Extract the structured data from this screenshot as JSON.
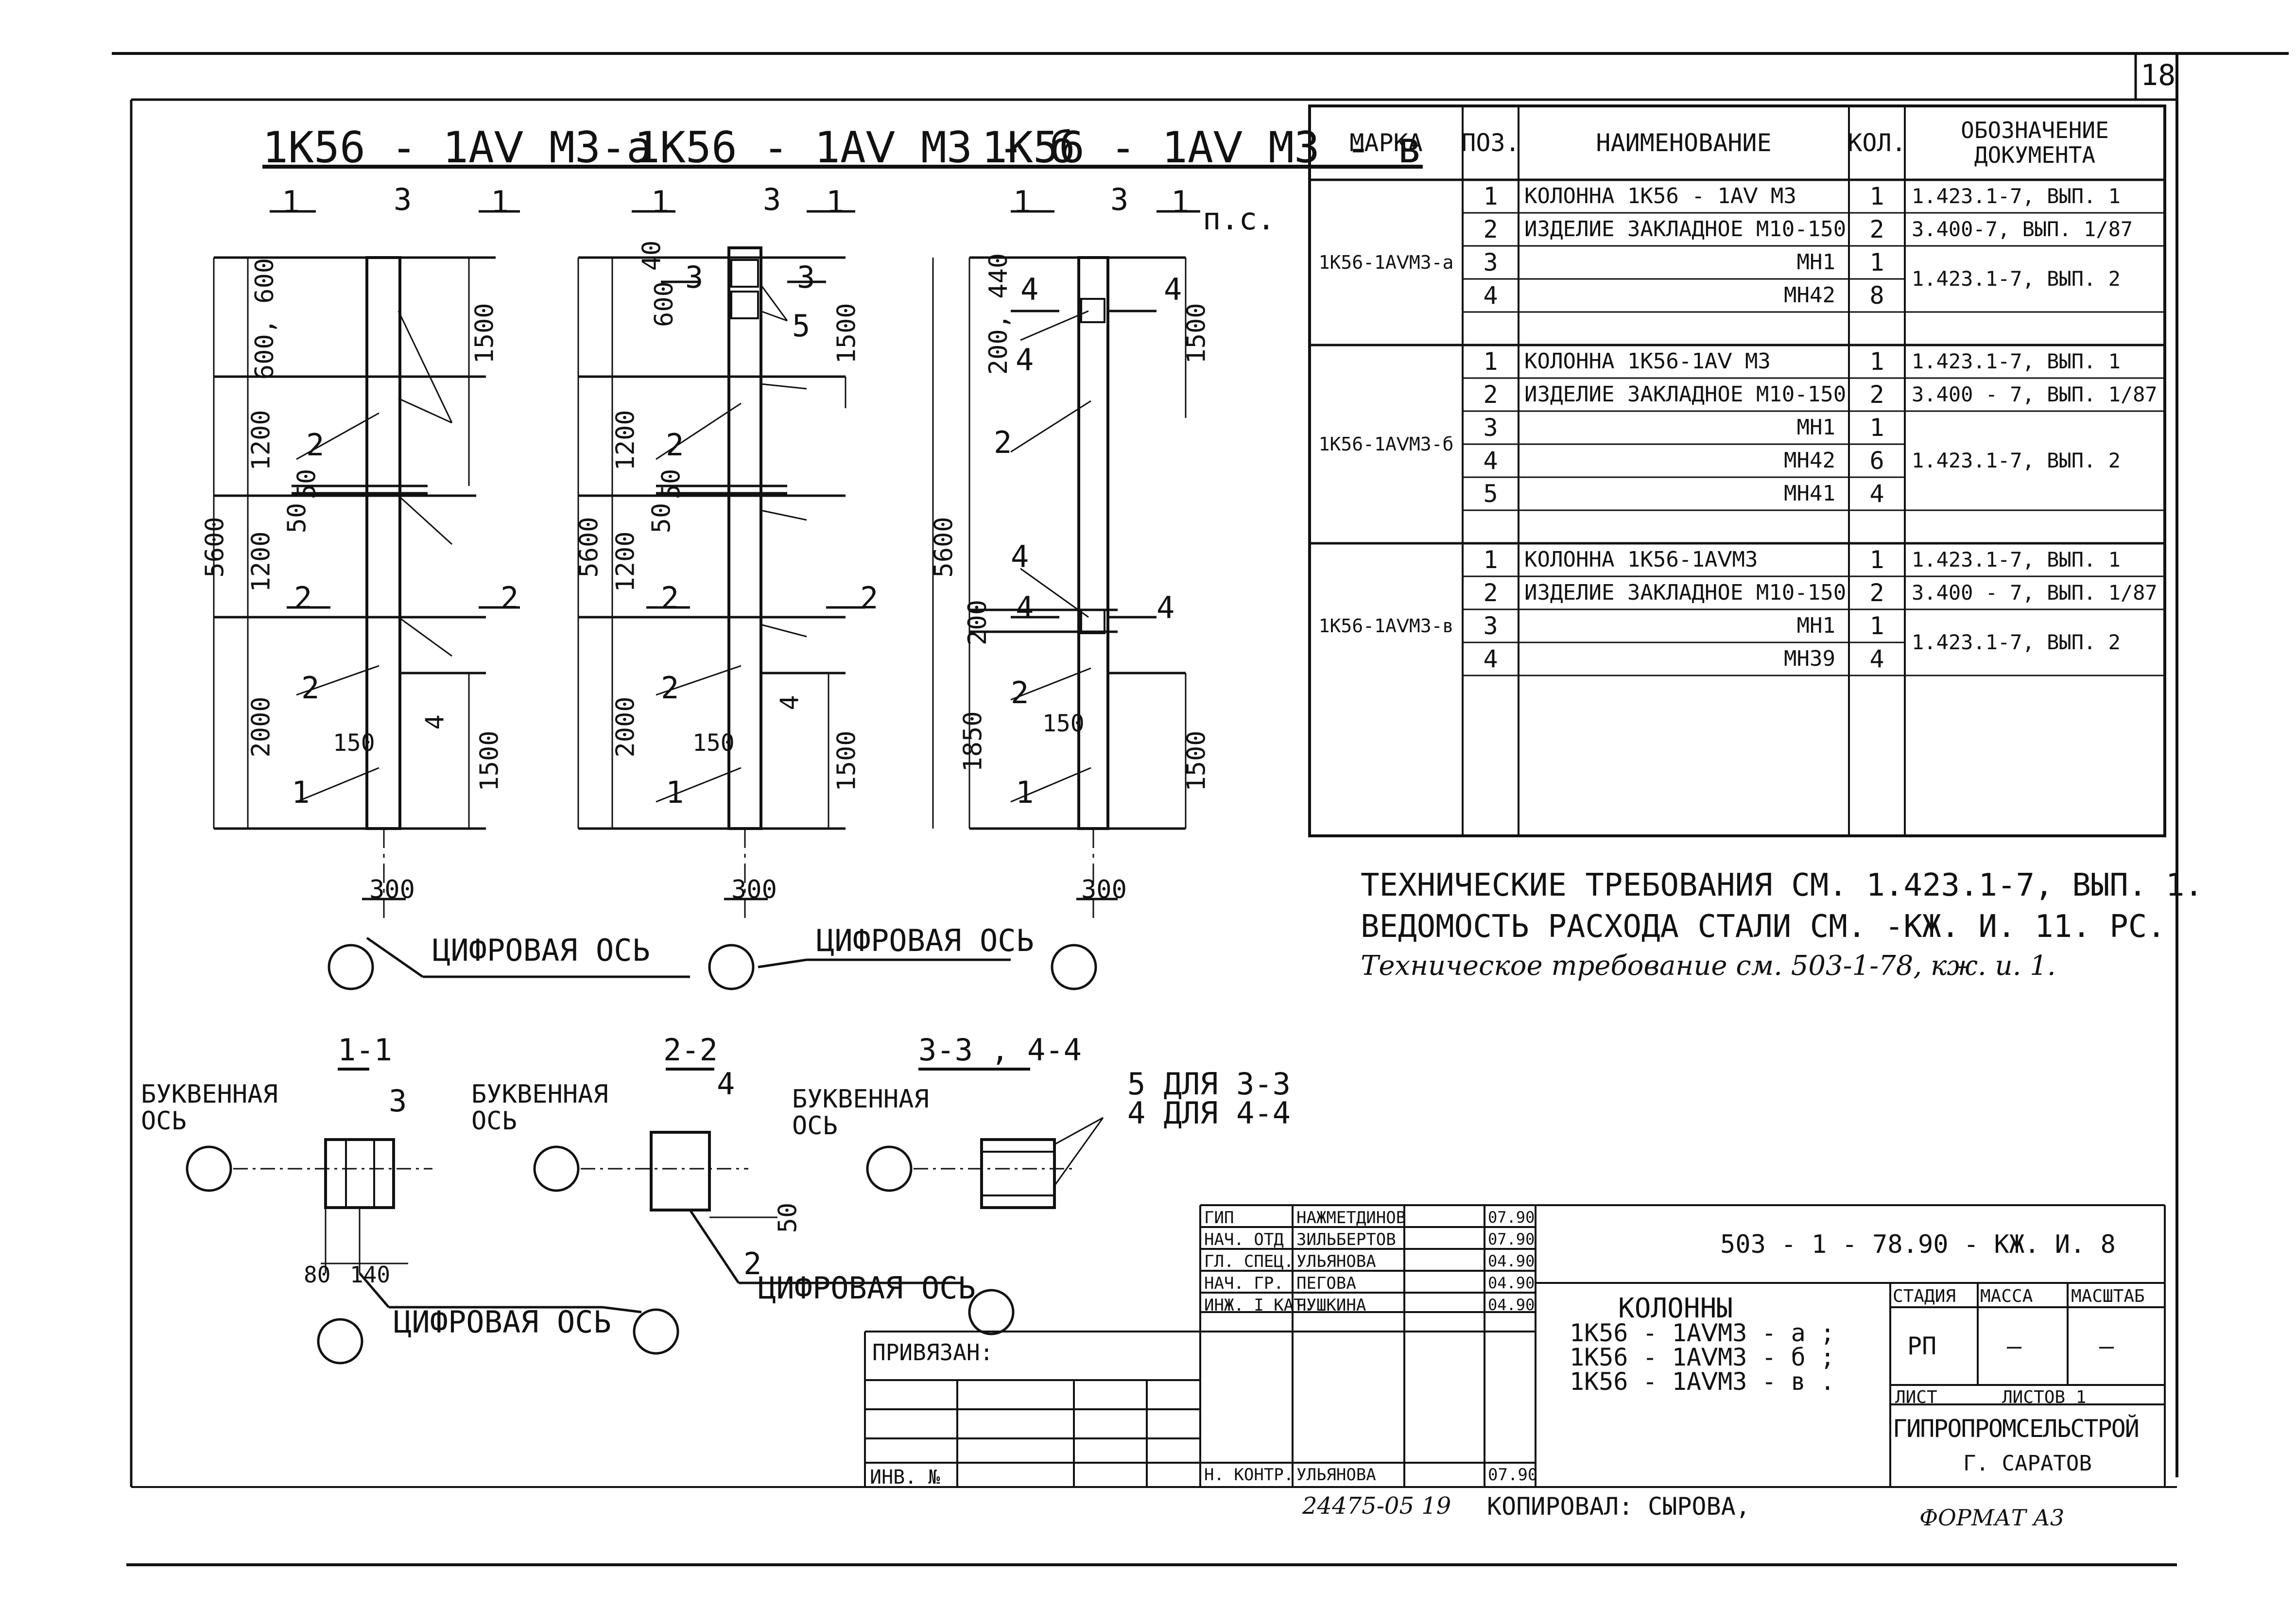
{
  "sheet": {
    "number": "18"
  },
  "column_titles": [
    "1К56 - 1АⅤ М3-а",
    "1К56 - 1АⅤ М3 - б",
    "1К56 - 1АⅤ М3 - в"
  ],
  "elevation_a": {
    "total_height": "5600",
    "segments": [
      "600, 600",
      "1200",
      "1200",
      "2000"
    ],
    "width_label": "300",
    "spacing_label": "150",
    "right_dims": [
      "1500",
      "1500"
    ],
    "gap_label": "50",
    "spacing_label_2": "50",
    "right_mark": "4",
    "callouts": [
      "3",
      "2",
      "2",
      "2",
      "1"
    ],
    "section_marks": [
      "1",
      "1",
      "2",
      "2"
    ]
  },
  "elevation_b": {
    "total_height": "5600",
    "segments": [
      "40",
      "600",
      "1200",
      "1200",
      "2000"
    ],
    "width_label": "300",
    "spacing_label": "150",
    "right_dims": [
      "1500",
      "1500"
    ],
    "gap_label": "50",
    "spacing_label_2": "50",
    "right_mark": "4",
    "callouts": [
      "3",
      "5",
      "2",
      "2",
      "1"
    ],
    "section_marks": [
      "1",
      "1",
      "3",
      "3",
      "2",
      "2"
    ]
  },
  "elevation_c": {
    "total_height": "5600",
    "segments": [
      "200, 440",
      "200",
      "1850"
    ],
    "width_label": "300",
    "spacing_label": "150",
    "right_dims": [
      "1500",
      "1500"
    ],
    "ps_label": "п.с.",
    "callouts": [
      "3",
      "4",
      "2",
      "4",
      "2",
      "1"
    ],
    "section_marks": [
      "1",
      "1",
      "4",
      "4",
      "4",
      "4"
    ]
  },
  "axis_label": "ЦИФРОВАЯ ОСЬ",
  "sections": [
    {
      "title": "1-1",
      "axis": "БУКВЕННАЯ\nОСЬ",
      "callout": "3",
      "dims": [
        "80",
        "140"
      ],
      "digital_axis": "ЦИФРОВАЯ ОСЬ"
    },
    {
      "title": "2-2",
      "axis": "БУКВЕННАЯ\nОСЬ",
      "callout": "4",
      "callout2": "2",
      "dim": "50",
      "digital_axis": "ЦИФРОВАЯ ОСЬ"
    },
    {
      "title": "3-3 , 4-4",
      "axis": "БУКВЕННАЯ\nОСЬ",
      "callouts": [
        "5 ДЛЯ 3-3",
        "4 ДЛЯ 4-4"
      ]
    }
  ],
  "spec_table": {
    "headers": [
      "МАРКА",
      "ПОЗ.",
      "НАИМЕНОВАНИЕ",
      "КОЛ.",
      "ОБОЗНАЧЕНИЕ ДОКУМЕНТА"
    ],
    "groups": [
      {
        "marka": "1К56-1АⅤМ3-а",
        "rows": [
          {
            "poz": "1",
            "name": "КОЛОННА 1К56 - 1АⅤ М3",
            "kol": "1",
            "doc": "1.423.1-7, ВЫП. 1"
          },
          {
            "poz": "2",
            "name": "ИЗДЕЛИЕ ЗАКЛАДНОЕ М10-150",
            "kol": "2",
            "doc": "3.400-7, ВЫП. 1/87"
          },
          {
            "poz": "3",
            "name": "МН1",
            "kol": "1",
            "doc": ""
          },
          {
            "poz": "4",
            "name": "МН42",
            "kol": "8",
            "doc": ""
          }
        ],
        "merged_doc": "1.423.1-7, ВЫП. 2"
      },
      {
        "marka": "1К56-1АⅤМ3-б",
        "rows": [
          {
            "poz": "1",
            "name": "КОЛОННА 1К56-1АⅤ М3",
            "kol": "1",
            "doc": "1.423.1-7, ВЫП. 1"
          },
          {
            "poz": "2",
            "name": "ИЗДЕЛИЕ ЗАКЛАДНОЕ М10-150",
            "kol": "2",
            "doc": "3.400 - 7, ВЫП. 1/87"
          },
          {
            "poz": "3",
            "name": "МН1",
            "kol": "1",
            "doc": ""
          },
          {
            "poz": "4",
            "name": "МН42",
            "kol": "6",
            "doc": ""
          },
          {
            "poz": "5",
            "name": "МН41",
            "kol": "4",
            "doc": ""
          }
        ],
        "merged_doc": "1.423.1-7, ВЫП. 2"
      },
      {
        "marka": "1К56-1АⅤМ3-в",
        "rows": [
          {
            "poz": "1",
            "name": "КОЛОННА 1К56-1АⅤМ3",
            "kol": "1",
            "doc": "1.423.1-7, ВЫП. 1"
          },
          {
            "poz": "2",
            "name": "ИЗДЕЛИЕ ЗАКЛАДНОЕ М10-150",
            "kol": "2",
            "doc": "3.400 - 7, ВЫП. 1/87"
          },
          {
            "poz": "3",
            "name": "МН1",
            "kol": "1",
            "doc": ""
          },
          {
            "poz": "4",
            "name": "МН39",
            "kol": "4",
            "doc": ""
          }
        ],
        "merged_doc": "1.423.1-7, ВЫП. 2"
      }
    ]
  },
  "notes": [
    "ТЕХНИЧЕСКИЕ  ТРЕБОВАНИЯ  СМ. 1.423.1-7, ВЫП. 1.",
    "ВЕДОМОСТЬ  РАСХОДА  СТАЛИ СМ.        -КЖ. И. 11. РС.",
    "Техническое  требование  см. 503-1-78,  кж. и. 1."
  ],
  "title_block": {
    "project_code": "503 - 1 - 78.90 - КЖ. И. 8",
    "signatures": [
      {
        "role": "ГИП",
        "name": "НАЖМЕТДИНОВ",
        "date": "07.90"
      },
      {
        "role": "НАЧ. ОТД",
        "name": "ЗИЛЬБЕРТОВ",
        "date": "07.90"
      },
      {
        "role": "ГЛ. СПЕЦ.",
        "name": "УЛЬЯНОВА",
        "date": "04.90"
      },
      {
        "role": "НАЧ. ГР.",
        "name": "ПЕГОВА",
        "date": "04.90"
      },
      {
        "role": "ИНЖ. I КАТ.",
        "name": "ЧУШКИНА",
        "date": "04.90"
      }
    ],
    "norm_control": {
      "role": "Н. КОНТР.",
      "name": "УЛЬЯНОВА",
      "date": "07.90"
    },
    "privyazan": "ПРИВЯЗАН:",
    "inv": "ИНВ. №",
    "drawing_title": [
      "КОЛОННЫ",
      "1К56 - 1АⅤМ3 - а ;",
      "1К56 - 1АⅤМ3 - б ;",
      "1К56 - 1АⅤМ3 - в ."
    ],
    "stage_headers": [
      "СТАДИЯ",
      "МАССА",
      "МАСШТАБ"
    ],
    "stage_values": [
      "РП",
      "—",
      "—"
    ],
    "sheet_label": "ЛИСТ",
    "sheets_label": "ЛИСТОВ 1",
    "org": "ГИПРОПРОМСЕЛЬСТРОЙ",
    "city": "Г. САРАТОВ"
  },
  "footer": {
    "inv_number": "24475-05  19",
    "copied": "КОПИРОВАЛ: СЫРОВА,",
    "format": "ФОРМАТ А3"
  }
}
